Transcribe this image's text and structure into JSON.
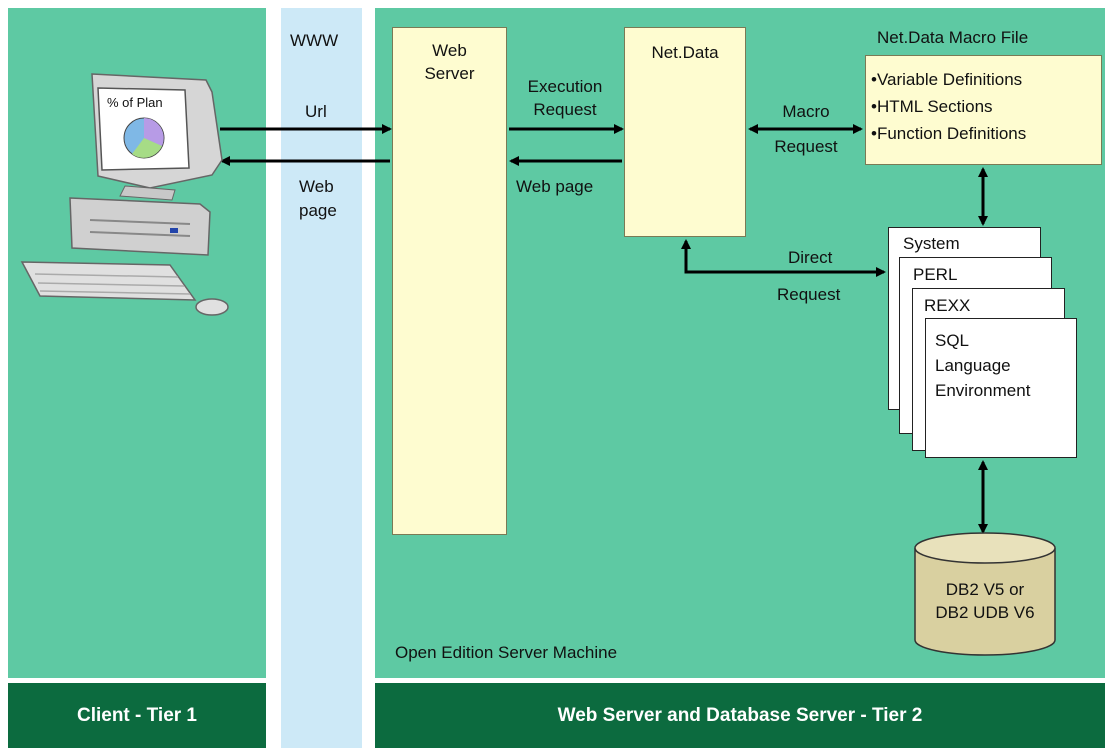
{
  "panels": {
    "www_label": "WWW",
    "server_caption": "Open Edition Server Machine"
  },
  "tiers": {
    "client": "Client - Tier 1",
    "server": "Web Server and Database Server - Tier 2"
  },
  "computer": {
    "screen_text": "% of Plan"
  },
  "web_server": {
    "title": [
      "Web",
      "Server"
    ]
  },
  "netdata": {
    "title": "Net.Data"
  },
  "macro_file": {
    "title": "Net.Data Macro File",
    "items": [
      "Variable Definitions",
      "HTML Sections",
      "Function Definitions"
    ]
  },
  "arrows": {
    "url": "Url",
    "web_page_left": [
      "Web",
      "page"
    ],
    "execution_request": [
      "Execution",
      "Request"
    ],
    "web_page_mid": "Web page",
    "macro_request": [
      "Macro",
      "Request"
    ],
    "direct_request": [
      "Direct",
      "Request"
    ]
  },
  "environments": {
    "system": "System",
    "perl": "PERL",
    "rexx": "REXX",
    "sql": [
      "SQL",
      "Language",
      "Environment"
    ]
  },
  "database": {
    "label": [
      "DB2 V5 or",
      "DB2 UDB V6"
    ]
  },
  "colors": {
    "panel_green": "#5ec9a3",
    "www_blue": "#cde9f7",
    "tier_green": "#0c6b3f",
    "box_yellow": "#fefcd0",
    "db_tan": "#d9d0a0"
  }
}
